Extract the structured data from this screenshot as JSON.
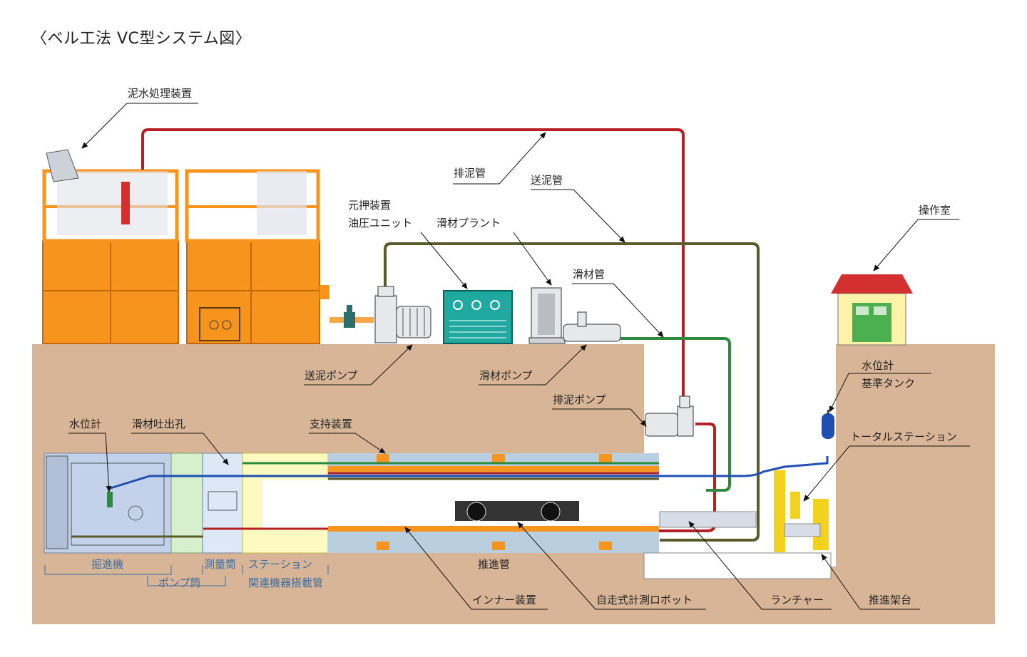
{
  "title": "〈ベル工法 VC型システム図〉",
  "labels": {
    "slurry_treatment": "泥水処理装置",
    "discharge_pipe": "排泥管",
    "feed_pipe": "送泥管",
    "main_jack": "元押装置",
    "hydraulic_unit": "油圧ユニット",
    "lubricant_plant": "滑材プラント",
    "lubricant_pipe": "滑材管",
    "control_room": "操作室",
    "feed_pump": "送泥ポンプ",
    "lubricant_pump": "滑材ポンプ",
    "discharge_pump": "排泥ポンプ",
    "water_gauge_left": "水位計",
    "lubricant_outlet": "滑材吐出孔",
    "support_device": "支持装置",
    "water_gauge_right": "水位計",
    "reference_tank": "基準タンク",
    "total_station": "トータルステーション",
    "excavator": "掘進機",
    "survey_tube": "測量筒",
    "station": "ステーション",
    "pump_tube": "ポンプ筒",
    "equipment_pipe": "関連機器搭載管",
    "jacking_pipe": "推進管",
    "inner_device": "インナー装置",
    "robot": "自走式計測ロボット",
    "launcher": "ランチャー",
    "jacking_frame": "推進架台"
  },
  "colors": {
    "soil": "#d9b597",
    "plant_orange": "#f7941d",
    "discharge_line": "#b52025",
    "feed_line": "#5b5a2a",
    "lubricant_line": "#2b8a3e",
    "water_line": "#1f4fb0",
    "pipe_blue": "#b9cfe0",
    "pipe_yellow": "#fcfac0"
  }
}
